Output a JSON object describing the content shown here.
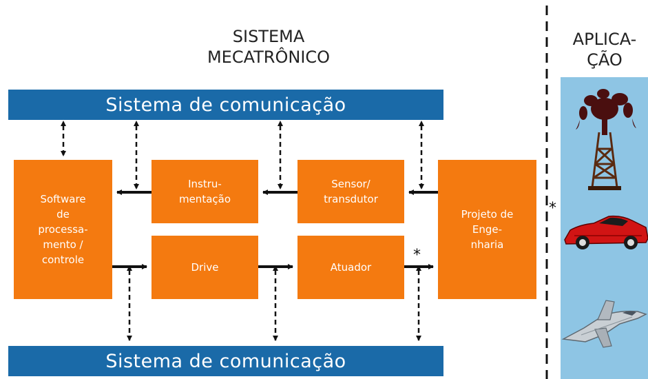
{
  "title": {
    "line1": "SISTEMA",
    "line2": "MECATRÔNICO"
  },
  "communication_bar_top": "Sistema de comunicação",
  "communication_bar_bottom": "Sistema de comunicação",
  "blocks": {
    "software": "Software\nde\nprocessa-\nmento /\ncontrole",
    "instrumentation": "Instru-\nmentação",
    "sensor": "Sensor/\ntransdutor",
    "project": "Projeto de\nEnge-\nnharia",
    "drive": "Drive",
    "actuator": "Atuador"
  },
  "annotations": {
    "star_actuator": "*",
    "star_application": "*"
  },
  "application": {
    "title": "APLICA-\nÇÃO",
    "icons": [
      "oil-derrick-icon",
      "red-sports-car-icon",
      "fighter-jet-icon"
    ]
  },
  "colors": {
    "bar": "#1a6aa8",
    "block": "#f47a10",
    "app_panel": "#8ec5e4"
  }
}
